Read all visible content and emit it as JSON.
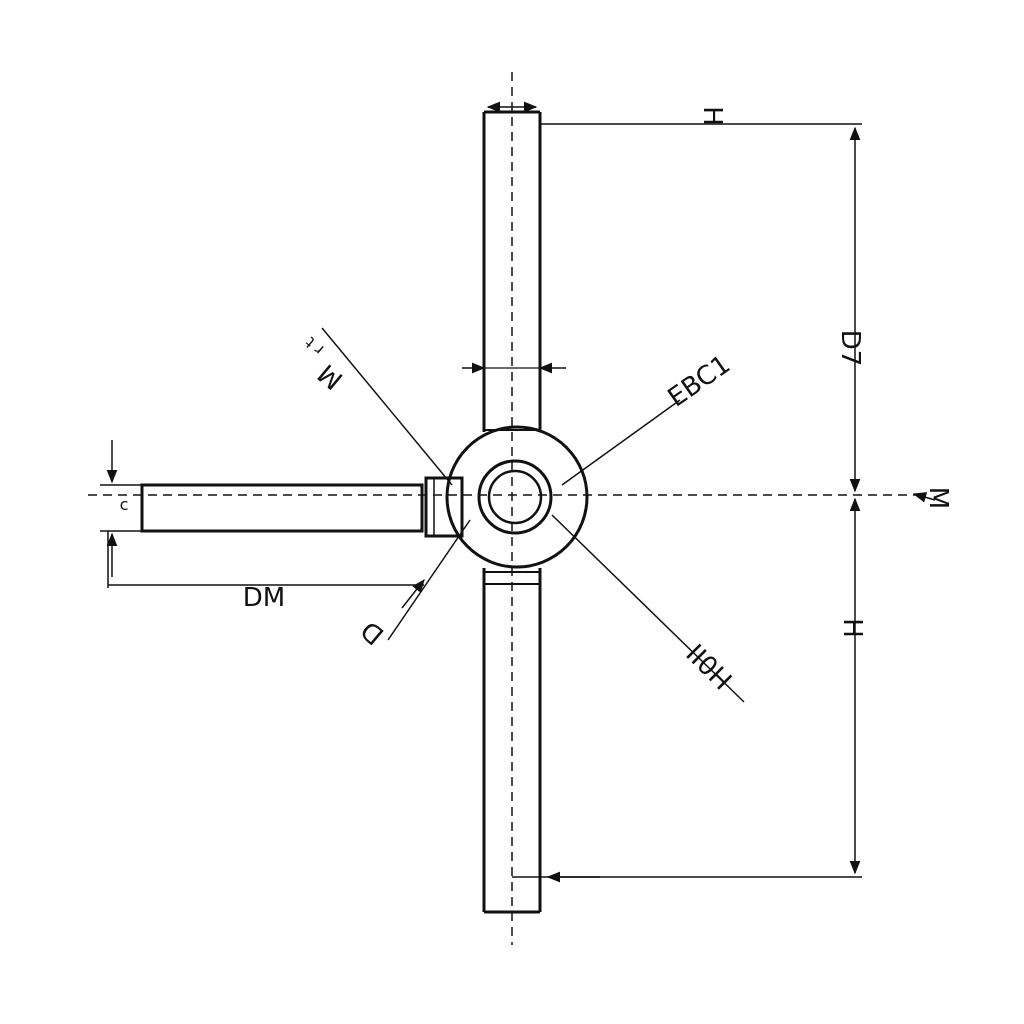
{
  "labels": {
    "top_width": "H",
    "upper_height": "D7",
    "lower_height": "H",
    "right_axis": "M",
    "upper_left_diag": "M",
    "upper_left_small": "r t",
    "upper_right_diag": "EBC1",
    "lower_right_diag": "H0II",
    "lower_left_diag": "D",
    "left_length": "DM",
    "left_height": "c"
  },
  "colors": {
    "line": "#111111",
    "background": "#ffffff"
  }
}
